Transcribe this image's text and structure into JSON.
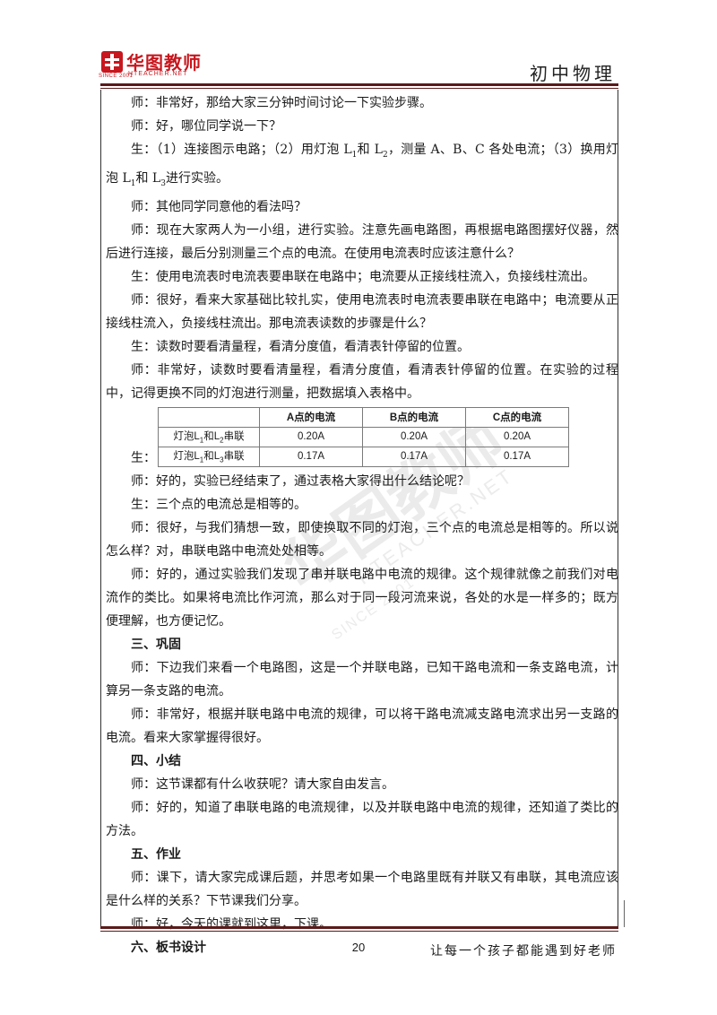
{
  "header": {
    "logo_text": "华图教师",
    "logo_url": "HTEACHER.NET",
    "logo_since": "SINCE 2001",
    "subject": "初中物理"
  },
  "paragraphs": [
    {
      "kind": "text",
      "text": "师：非常好，那给大家三分钟时间讨论一下实验步骤。"
    },
    {
      "kind": "text",
      "text": "师：好，哪位同学说一下？"
    },
    {
      "kind": "rich",
      "html": "生：（1）连接图示电路；（2）用灯泡 L<sub>1</sub>和 L<sub>2</sub>，测量 A、B、C 各处电流；（3）换用灯泡 L<sub>1</sub>和 L<sub>3</sub>进行实验。"
    },
    {
      "kind": "text",
      "text": "师：其他同学同意他的看法吗？"
    },
    {
      "kind": "text",
      "text": "师：现在大家两人为一小组，进行实验。注意先画电路图，再根据电路图摆好仪器，然后进行连接，最后分别测量三个点的电流。在使用电流表时应该注意什么？"
    },
    {
      "kind": "text",
      "text": "生：使用电流表时电流表要串联在电路中；电流要从正接线柱流入，负接线柱流出。"
    },
    {
      "kind": "text",
      "text": "师：很好，看来大家基础比较扎实，使用电流表时电流表要串联在电路中；电流要从正接线柱流入，负接线柱流出。那电流表读数的步骤是什么？"
    },
    {
      "kind": "text",
      "text": "生：读数时要看清量程，看清分度值，看清表针停留的位置。"
    },
    {
      "kind": "text",
      "text": "师：非常好，读数时要看清量程，看清分度值，看清表针停留的位置。在实验的过程中，记得更换不同的灯泡进行测量，把数据填入表格中。"
    }
  ],
  "table": {
    "lead": "生：",
    "headers": [
      "",
      "A点的电流",
      "B点的电流",
      "C点的电流"
    ],
    "rows": [
      {
        "label_html": "灯泡L<sub>1</sub>和L<sub>2</sub>串联",
        "values": [
          "0.20A",
          "0.20A",
          "0.20A"
        ]
      },
      {
        "label_html": "灯泡L<sub>1</sub>和L<sub>3</sub>串联",
        "values": [
          "0.17A",
          "0.17A",
          "0.17A"
        ]
      }
    ]
  },
  "paragraphs2": [
    {
      "kind": "text",
      "text": "师：好的，实验已经结束了，通过表格大家得出什么结论呢？"
    },
    {
      "kind": "text",
      "text": "生：三个点的电流总是相等的。"
    },
    {
      "kind": "text",
      "text": "师：很好，与我们猜想一致，即使换取不同的灯泡，三个点的电流总是相等的。所以说怎么样？对，串联电路中电流处处相等。"
    },
    {
      "kind": "text",
      "text": "师：好的，通过实验我们发现了串并联电路中电流的规律。这个规律就像之前我们对电流作的类比。如果将电流比作河流，那么对于同一段河流来说，各处的水是一样多的；既方便理解，也方便记忆。"
    },
    {
      "kind": "heading",
      "text": "三、巩固"
    },
    {
      "kind": "text",
      "text": "师：下边我们来看一个电路图，这是一个并联电路，已知干路电流和一条支路电流，计算另一条支路的电流。"
    },
    {
      "kind": "text",
      "text": "师：非常好，根据并联电路中电流的规律，可以将干路电流减支路电流求出另一支路的电流。看来大家掌握得很好。"
    },
    {
      "kind": "heading",
      "text": "四、小结"
    },
    {
      "kind": "text",
      "text": "师：这节课都有什么收获呢？请大家自由发言。"
    },
    {
      "kind": "text",
      "text": "师：好的，知道了串联电路的电流规律，以及并联电路中电流的规律，还知道了类比的方法。"
    },
    {
      "kind": "heading",
      "text": "五、作业"
    },
    {
      "kind": "text",
      "text": "师：课下，请大家完成课后题，并思考如果一个电路里既有并联又有串联，其电流应该是什么样的关系？下节课我们分享。"
    },
    {
      "kind": "text",
      "text": "师：好，今天的课就到这里，下课。"
    },
    {
      "kind": "heading",
      "text": "六、板书设计"
    }
  ],
  "footer": {
    "page_number": "20",
    "slogan": "让每一个孩子都能遇到好老师"
  },
  "colors": {
    "brand": "#c8171e",
    "rule": "#5a1a1a"
  }
}
